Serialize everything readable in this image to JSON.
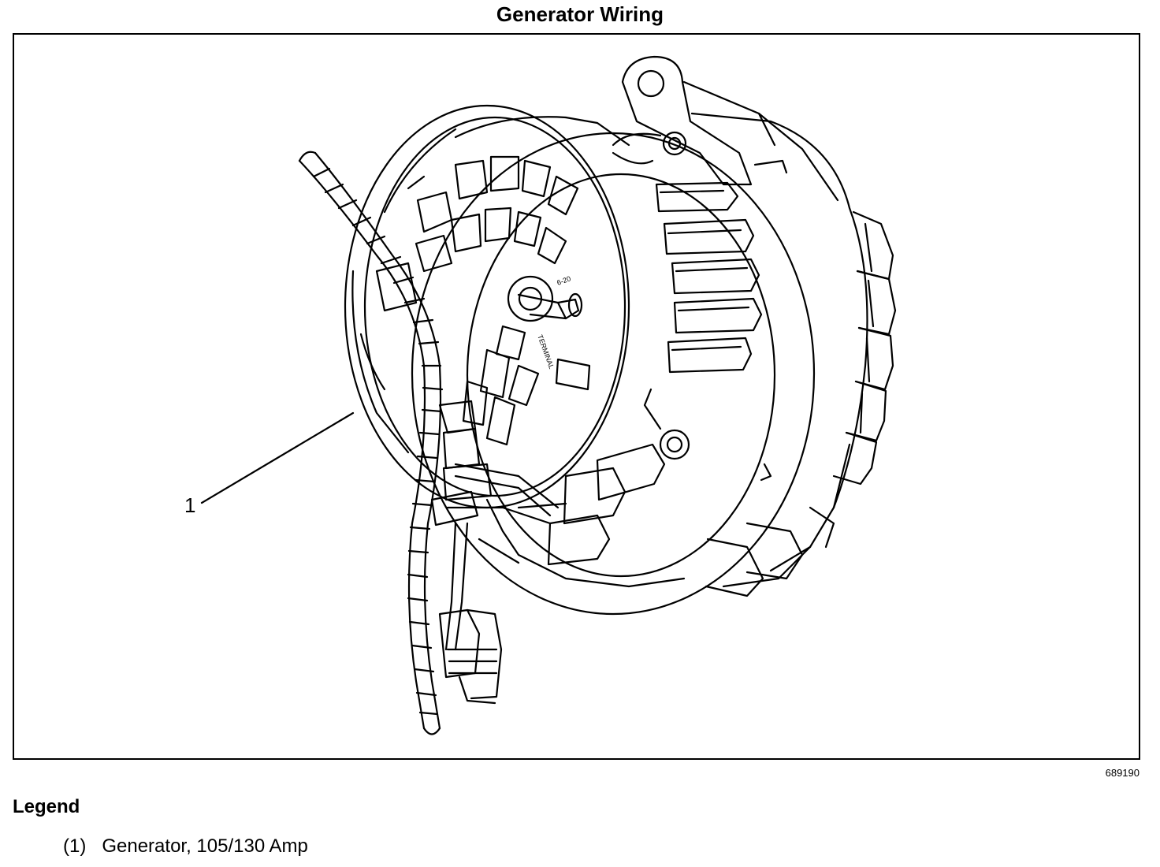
{
  "title": "Generator Wiring",
  "figure_id": "689190",
  "callouts": [
    {
      "number": "1"
    }
  ],
  "housing_marks": [
    "6-20",
    "TERMINAL"
  ],
  "legend": {
    "heading": "Legend",
    "items": [
      {
        "number": "(1)",
        "description": "Generator, 105/130 Amp"
      }
    ]
  }
}
